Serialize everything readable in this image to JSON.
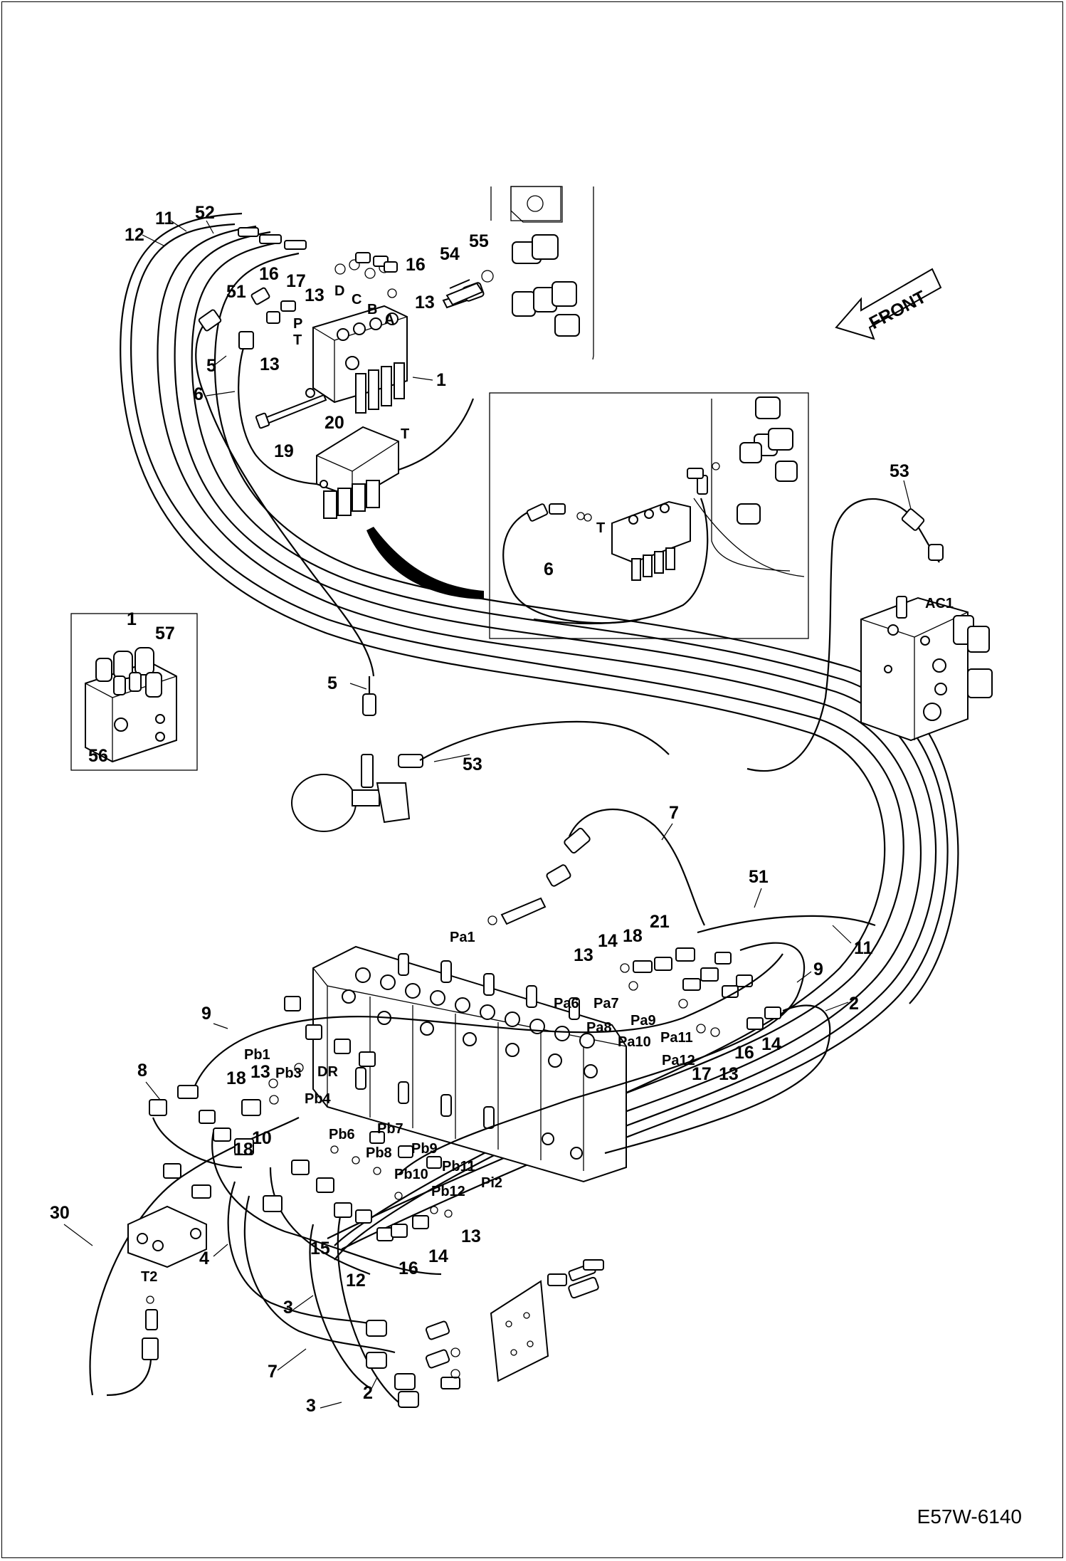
{
  "figure_code": "E57W-6140",
  "front_arrow_label": "FRONT",
  "callouts": {
    "c1": "1",
    "c1b": "1",
    "c2": "2",
    "c2b": "2",
    "c3": "3",
    "c3b": "3",
    "c4": "4",
    "c5": "5",
    "c5b": "5",
    "c6": "6",
    "c6b": "6",
    "c7": "7",
    "c7b": "7",
    "c8": "8",
    "c9": "9",
    "c9b": "9",
    "c10": "10",
    "c11": "11",
    "c11b": "11",
    "c12": "12",
    "c12b": "12",
    "c13a": "13",
    "c13b": "13",
    "c13c": "13",
    "c13d": "13",
    "c13e": "13",
    "c13f": "13",
    "c13g": "13",
    "c14a": "14",
    "c14b": "14",
    "c14c": "14",
    "c15": "15",
    "c16a": "16",
    "c16b": "16",
    "c16c": "16",
    "c16d": "16",
    "c17a": "17",
    "c17b": "17",
    "c18a": "18",
    "c18b": "18",
    "c18c": "18",
    "c19": "19",
    "c20": "20",
    "c21": "21",
    "c30": "30",
    "c51": "51",
    "c51b": "51",
    "c52": "52",
    "c53": "53",
    "c53b": "53",
    "c54": "54",
    "c55": "55",
    "c56": "56",
    "c57": "57"
  },
  "port_labels": {
    "A": "A",
    "B": "B",
    "C": "C",
    "D": "D",
    "P": "P",
    "T": "T",
    "T2x": "T",
    "T3x": "T",
    "AC1": "AC1",
    "T2": "T2",
    "DR": "DR",
    "Pa1": "Pa1",
    "Pa6": "Pa6",
    "Pa7": "Pa7",
    "Pa8": "Pa8",
    "Pa9": "Pa9",
    "Pa10": "Pa10",
    "Pa11": "Pa11",
    "Pa12": "Pa12",
    "Pb1": "Pb1",
    "Pb3": "Pb3",
    "Pb4": "Pb4",
    "Pb6": "Pb6",
    "Pb7": "Pb7",
    "Pb8": "Pb8",
    "Pb9": "Pb9",
    "Pb10": "Pb10",
    "Pb11": "Pb11",
    "Pb12": "Pb12",
    "Pi2": "Pi2"
  }
}
